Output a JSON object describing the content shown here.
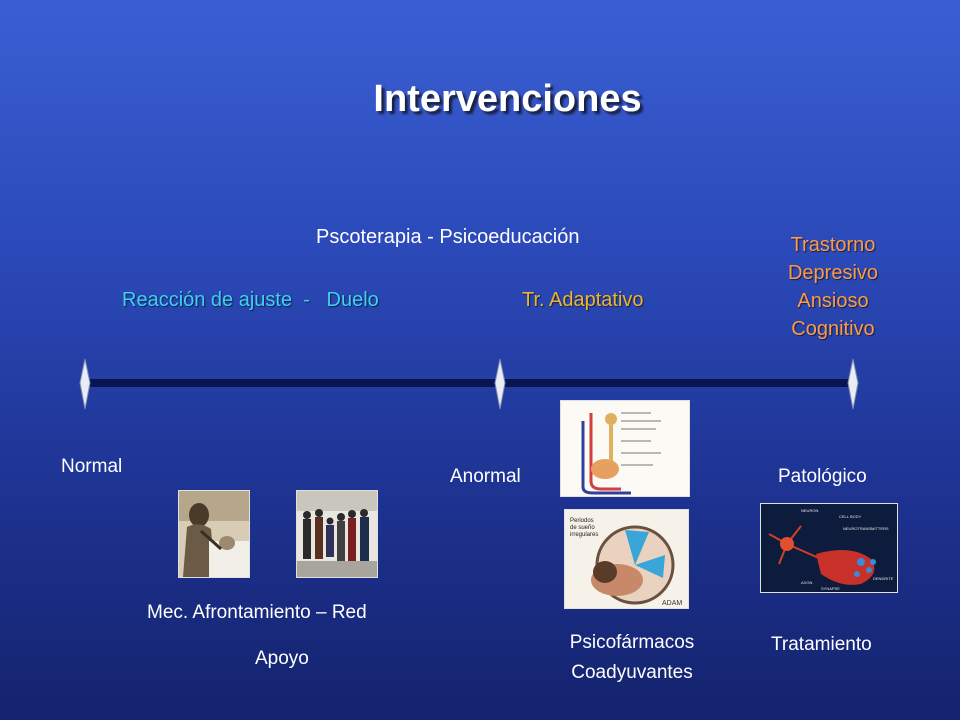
{
  "slide": {
    "title": "Intervenciones",
    "top_label": "Pscoterapia - Psicoeducación",
    "phase_left": "Reacción de ajuste  -   Duelo",
    "phase_middle": "Tr. Adaptativo",
    "phase_right": [
      "Trastorno",
      "Depresivo",
      "Ansioso",
      "Cognitivo"
    ],
    "markers": {
      "normal": "Normal",
      "anormal": "Anormal",
      "patologico": "Patológico"
    },
    "bottom": {
      "left_line1": "Mec. Afrontamiento – Red",
      "left_line2": "Apoyo",
      "middle_line1": "Psicofármacos",
      "middle_line2": "Coadyuvantes",
      "right": "Tratamiento"
    },
    "image_captions": {
      "clock_text_line1": "Periodos",
      "clock_text_line2": "de sueño",
      "clock_text_line3": "irregulares",
      "clock_brand": "ADAM",
      "neuron_labels": [
        "NEURON",
        "CELL BODY",
        "NEUROTRANSMITTERS",
        "AXON",
        "DENDRITE",
        "SYNAPSE"
      ]
    }
  },
  "colors": {
    "accent_teal": "#3fd0f0",
    "accent_gold": "#f0b428",
    "accent_orange": "#ff9a42",
    "timeline": "#0a1450"
  }
}
